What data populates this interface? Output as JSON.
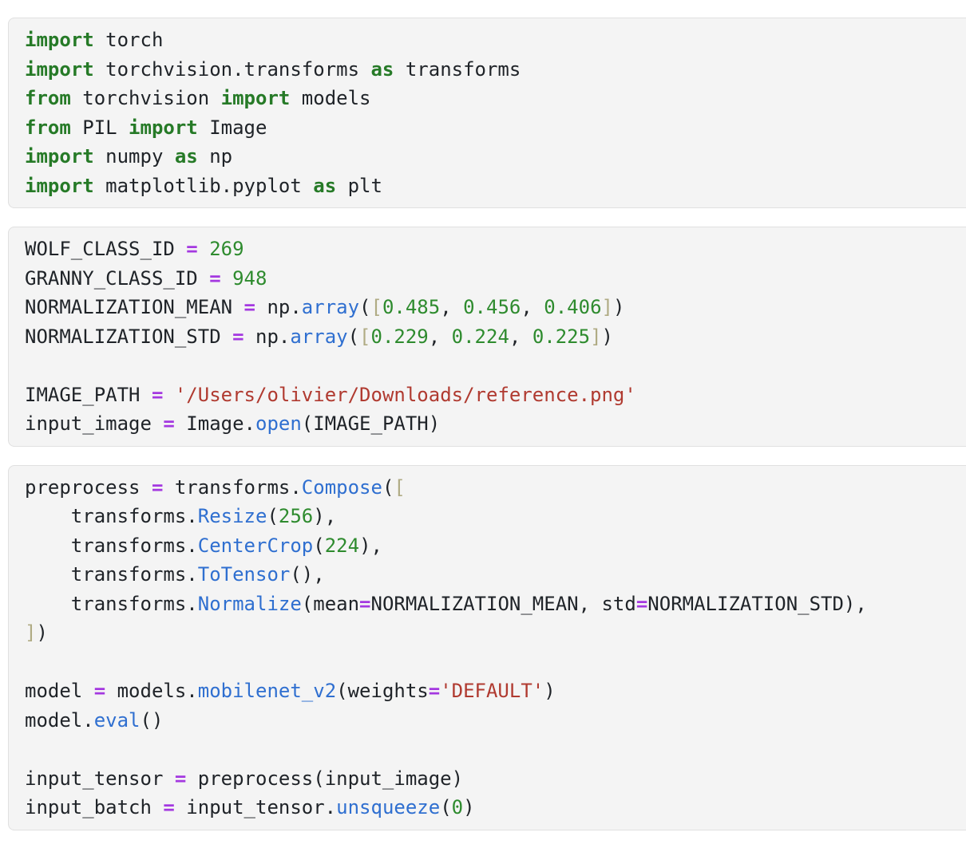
{
  "page": {
    "background": "#ffffff"
  },
  "code_theme": {
    "block_background": "#f4f4f4",
    "block_border": "#e0e0e0",
    "token_colors": {
      "d": "#1f2328",
      "k": "#267a27",
      "o": "#a438e0",
      "n": "#2e8b2e",
      "f": "#2f6fd0",
      "s": "#b03a30",
      "b": "#b0ab84"
    },
    "token_legend": {
      "d": "default-text",
      "k": "keyword",
      "o": "operator",
      "n": "number",
      "f": "function-call",
      "s": "string",
      "b": "bracket"
    }
  },
  "blocks": [
    {
      "name": "imports-cell",
      "lines": [
        [
          {
            "t": "import",
            "c": "k"
          },
          {
            "t": " torch",
            "c": "d"
          }
        ],
        [
          {
            "t": "import",
            "c": "k"
          },
          {
            "t": " torchvision.transforms ",
            "c": "d"
          },
          {
            "t": "as",
            "c": "k"
          },
          {
            "t": " transforms",
            "c": "d"
          }
        ],
        [
          {
            "t": "from",
            "c": "k"
          },
          {
            "t": " torchvision ",
            "c": "d"
          },
          {
            "t": "import",
            "c": "k"
          },
          {
            "t": " models",
            "c": "d"
          }
        ],
        [
          {
            "t": "from",
            "c": "k"
          },
          {
            "t": " PIL ",
            "c": "d"
          },
          {
            "t": "import",
            "c": "k"
          },
          {
            "t": " Image",
            "c": "d"
          }
        ],
        [
          {
            "t": "import",
            "c": "k"
          },
          {
            "t": " numpy ",
            "c": "d"
          },
          {
            "t": "as",
            "c": "k"
          },
          {
            "t": " np",
            "c": "d"
          }
        ],
        [
          {
            "t": "import",
            "c": "k"
          },
          {
            "t": " matplotlib.pyplot ",
            "c": "d"
          },
          {
            "t": "as",
            "c": "k"
          },
          {
            "t": " plt",
            "c": "d"
          }
        ]
      ]
    },
    {
      "name": "constants-cell",
      "lines": [
        [
          {
            "t": "WOLF_CLASS_ID ",
            "c": "d"
          },
          {
            "t": "=",
            "c": "o"
          },
          {
            "t": " ",
            "c": "d"
          },
          {
            "t": "269",
            "c": "n"
          }
        ],
        [
          {
            "t": "GRANNY_CLASS_ID ",
            "c": "d"
          },
          {
            "t": "=",
            "c": "o"
          },
          {
            "t": " ",
            "c": "d"
          },
          {
            "t": "948",
            "c": "n"
          }
        ],
        [
          {
            "t": "NORMALIZATION_MEAN ",
            "c": "d"
          },
          {
            "t": "=",
            "c": "o"
          },
          {
            "t": " np.",
            "c": "d"
          },
          {
            "t": "array",
            "c": "f"
          },
          {
            "t": "(",
            "c": "d"
          },
          {
            "t": "[",
            "c": "b"
          },
          {
            "t": "0.485",
            "c": "n"
          },
          {
            "t": ", ",
            "c": "d"
          },
          {
            "t": "0.456",
            "c": "n"
          },
          {
            "t": ", ",
            "c": "d"
          },
          {
            "t": "0.406",
            "c": "n"
          },
          {
            "t": "]",
            "c": "b"
          },
          {
            "t": ")",
            "c": "d"
          }
        ],
        [
          {
            "t": "NORMALIZATION_STD ",
            "c": "d"
          },
          {
            "t": "=",
            "c": "o"
          },
          {
            "t": " np.",
            "c": "d"
          },
          {
            "t": "array",
            "c": "f"
          },
          {
            "t": "(",
            "c": "d"
          },
          {
            "t": "[",
            "c": "b"
          },
          {
            "t": "0.229",
            "c": "n"
          },
          {
            "t": ", ",
            "c": "d"
          },
          {
            "t": "0.224",
            "c": "n"
          },
          {
            "t": ", ",
            "c": "d"
          },
          {
            "t": "0.225",
            "c": "n"
          },
          {
            "t": "]",
            "c": "b"
          },
          {
            "t": ")",
            "c": "d"
          }
        ],
        [],
        [
          {
            "t": "IMAGE_PATH ",
            "c": "d"
          },
          {
            "t": "=",
            "c": "o"
          },
          {
            "t": " ",
            "c": "d"
          },
          {
            "t": "'/Users/olivier/Downloads/reference.png'",
            "c": "s"
          }
        ],
        [
          {
            "t": "input_image ",
            "c": "d"
          },
          {
            "t": "=",
            "c": "o"
          },
          {
            "t": " Image.",
            "c": "d"
          },
          {
            "t": "open",
            "c": "f"
          },
          {
            "t": "(IMAGE_PATH)",
            "c": "d"
          }
        ]
      ]
    },
    {
      "name": "pipeline-cell",
      "lines": [
        [
          {
            "t": "preprocess ",
            "c": "d"
          },
          {
            "t": "=",
            "c": "o"
          },
          {
            "t": " transforms.",
            "c": "d"
          },
          {
            "t": "Compose",
            "c": "f"
          },
          {
            "t": "(",
            "c": "d"
          },
          {
            "t": "[",
            "c": "b"
          }
        ],
        [
          {
            "t": "    transforms.",
            "c": "d"
          },
          {
            "t": "Resize",
            "c": "f"
          },
          {
            "t": "(",
            "c": "d"
          },
          {
            "t": "256",
            "c": "n"
          },
          {
            "t": "),",
            "c": "d"
          }
        ],
        [
          {
            "t": "    transforms.",
            "c": "d"
          },
          {
            "t": "CenterCrop",
            "c": "f"
          },
          {
            "t": "(",
            "c": "d"
          },
          {
            "t": "224",
            "c": "n"
          },
          {
            "t": "),",
            "c": "d"
          }
        ],
        [
          {
            "t": "    transforms.",
            "c": "d"
          },
          {
            "t": "ToTensor",
            "c": "f"
          },
          {
            "t": "(),",
            "c": "d"
          }
        ],
        [
          {
            "t": "    transforms.",
            "c": "d"
          },
          {
            "t": "Normalize",
            "c": "f"
          },
          {
            "t": "(mean",
            "c": "d"
          },
          {
            "t": "=",
            "c": "o"
          },
          {
            "t": "NORMALIZATION_MEAN, std",
            "c": "d"
          },
          {
            "t": "=",
            "c": "o"
          },
          {
            "t": "NORMALIZATION_STD),",
            "c": "d"
          }
        ],
        [
          {
            "t": "]",
            "c": "b"
          },
          {
            "t": ")",
            "c": "d"
          }
        ],
        [],
        [
          {
            "t": "model ",
            "c": "d"
          },
          {
            "t": "=",
            "c": "o"
          },
          {
            "t": " models.",
            "c": "d"
          },
          {
            "t": "mobilenet_v2",
            "c": "f"
          },
          {
            "t": "(weights",
            "c": "d"
          },
          {
            "t": "=",
            "c": "o"
          },
          {
            "t": "'DEFAULT'",
            "c": "s"
          },
          {
            "t": ")",
            "c": "d"
          }
        ],
        [
          {
            "t": "model.",
            "c": "d"
          },
          {
            "t": "eval",
            "c": "f"
          },
          {
            "t": "()",
            "c": "d"
          }
        ],
        [],
        [
          {
            "t": "input_tensor ",
            "c": "d"
          },
          {
            "t": "=",
            "c": "o"
          },
          {
            "t": " preprocess(input_image)",
            "c": "d"
          }
        ],
        [
          {
            "t": "input_batch ",
            "c": "d"
          },
          {
            "t": "=",
            "c": "o"
          },
          {
            "t": " input_tensor.",
            "c": "d"
          },
          {
            "t": "unsqueeze",
            "c": "f"
          },
          {
            "t": "(",
            "c": "d"
          },
          {
            "t": "0",
            "c": "n"
          },
          {
            "t": ")",
            "c": "d"
          }
        ]
      ]
    }
  ]
}
